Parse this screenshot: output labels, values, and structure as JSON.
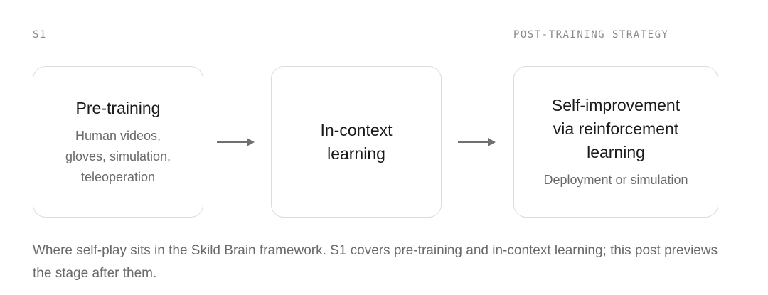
{
  "labels": {
    "s1": "S1",
    "post_training": "POST-TRAINING STRATEGY"
  },
  "cards": [
    {
      "title": "Pre-training",
      "subtitle": "Human videos, gloves, simulation, teleoperation"
    },
    {
      "title": "In-context learning",
      "subtitle": ""
    },
    {
      "title": "Self-improvement via reinforcement learning",
      "subtitle": "Deployment or simulation"
    }
  ],
  "caption": "Where self-play sits in the Skild Brain framework. S1 covers pre-training and in-context learning; this post previews the stage after them.",
  "colors": {
    "border": "#dcdcdc",
    "arrow": "#707070",
    "muted_text": "#6a6a6a",
    "label_text": "#8a8a8a"
  }
}
